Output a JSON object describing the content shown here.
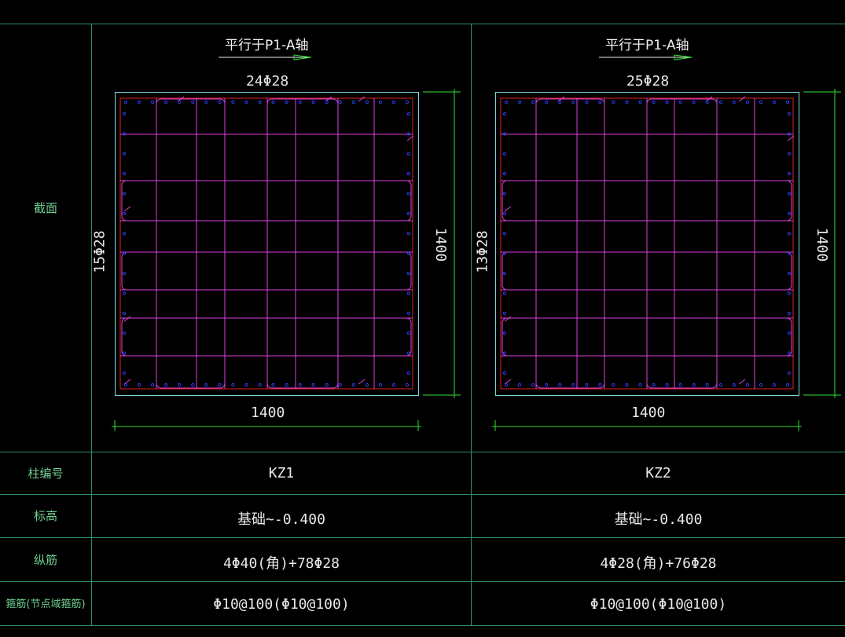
{
  "row_labels": {
    "section": "截面",
    "column_no": "柱编号",
    "elevation": "标高",
    "longitudinal": "纵筋",
    "stirrup": "箍筋(节点域箍筋)"
  },
  "colors": {
    "grid": "#2f8f6f",
    "outline": "#7fd8d8",
    "hoop": "#e040e0",
    "outer": "#e02020",
    "bar": "#3040ff",
    "dim": "#30e030",
    "text": "#e8e8e8"
  },
  "columns": [
    {
      "title": "平行于P1-A轴",
      "top_bars": "24Φ28",
      "side_bars": "15Φ28",
      "width": "1400",
      "height": "1400",
      "column_no": "KZ1",
      "elevation": "基础~-0.400",
      "longitudinal": "4Φ40(角)+78Φ28",
      "stirrup": "Φ10@100(Φ10@100)"
    },
    {
      "title": "平行于P1-A轴",
      "top_bars": "25Φ28",
      "side_bars": "13Φ28",
      "width": "1400",
      "height": "1400",
      "column_no": "KZ2",
      "elevation": "基础~-0.400",
      "longitudinal": "4Φ28(角)+76Φ28",
      "stirrup": "Φ10@100(Φ10@100)"
    }
  ]
}
